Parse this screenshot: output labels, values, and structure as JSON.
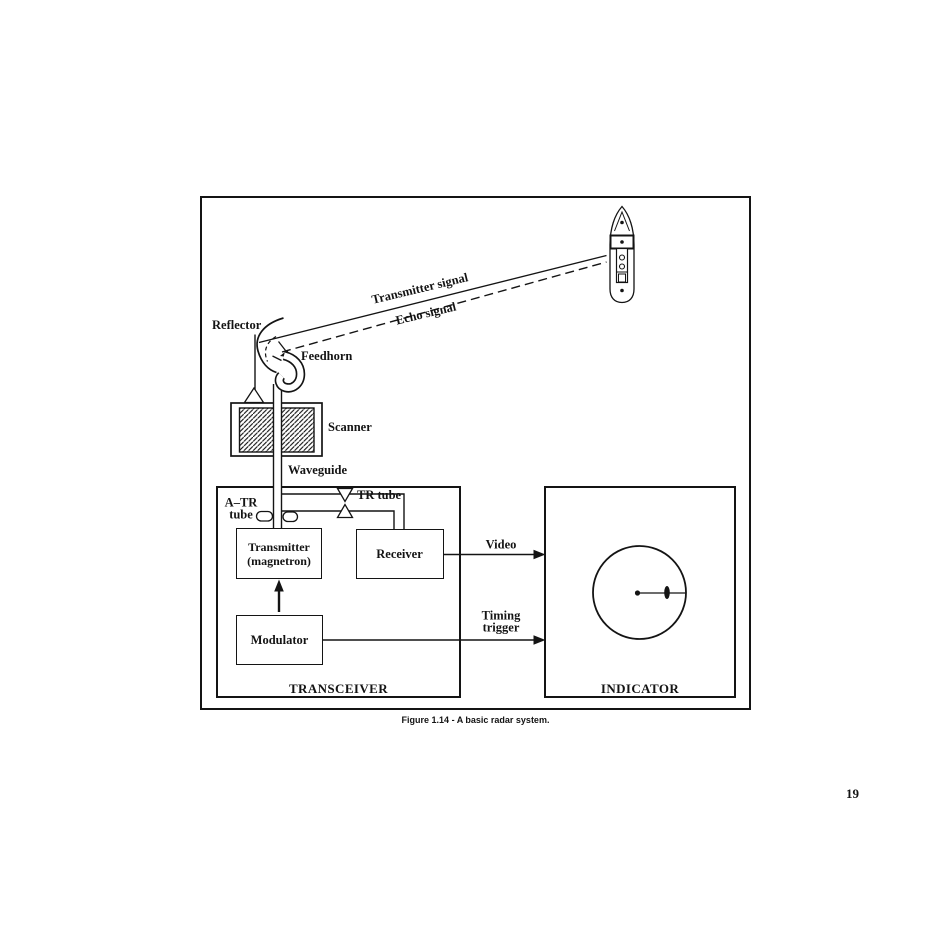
{
  "page": {
    "caption": "Figure 1.14 - A basic radar system.",
    "page_number": "19",
    "ink_color": "#141414",
    "paper_color": "#ffffff"
  },
  "diagram": {
    "antenna": {
      "reflector": "Reflector",
      "feedhorn": "Feedhorn",
      "scanner": "Scanner",
      "waveguide": "Waveguide"
    },
    "signals": {
      "transmitter": "Transmitter signal",
      "echo": "Echo signal"
    },
    "transceiver": {
      "title": "TRANSCEIVER",
      "a_tr_tube": {
        "line1": "A–TR",
        "line2": "tube"
      },
      "tr_tube": "TR tube",
      "transmitter": {
        "line1": "Transmitter",
        "line2": "(magnetron)"
      },
      "receiver": "Receiver",
      "modulator": "Modulator"
    },
    "outputs": {
      "video": "Video",
      "timing": {
        "line1": "Timing",
        "line2": "trigger"
      }
    },
    "indicator": {
      "title": "INDICATOR"
    }
  }
}
